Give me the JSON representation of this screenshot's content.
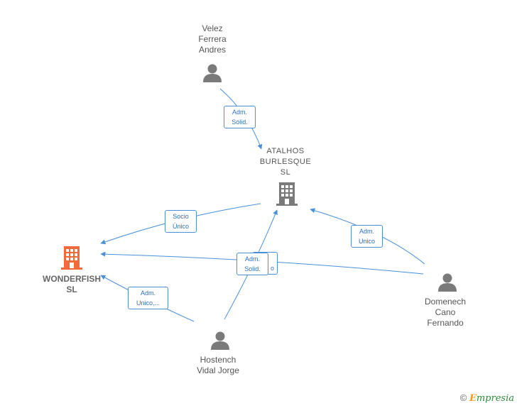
{
  "nodes": {
    "velez": {
      "lines": [
        "Velez",
        "Ferrera",
        "Andres"
      ]
    },
    "atalhos": {
      "lines": [
        "ATALHOS",
        "BURLESQUE",
        "SL"
      ]
    },
    "wonderfish": {
      "lines": [
        "WONDERFISH",
        "SL"
      ]
    },
    "domenech": {
      "lines": [
        "Domenech",
        "Cano",
        "Fernando"
      ]
    },
    "hostench": {
      "lines": [
        "Hostench",
        "Vidal Jorge"
      ]
    }
  },
  "edges": {
    "velez_atalhos": [
      "Adm.",
      "Solid."
    ],
    "atalhos_wonderfish": [
      "Socio",
      "Único"
    ],
    "domenech_atalhos": [
      "Adm.",
      "Unico"
    ],
    "hostench_wonderfish": [
      "Adm.",
      "Unico,..."
    ],
    "hostench_atalhos": [
      "Adm.",
      "Solid."
    ],
    "domenech_wonderfish_partial": [
      "o"
    ]
  },
  "colors": {
    "edge": "#4a90d9",
    "person": "#7a7a7a",
    "company_grey": "#7a7a7a",
    "company_main": "#f2693a"
  },
  "footer": {
    "copyright": "©",
    "brand_e": "E",
    "brand_rest": "mpresia"
  }
}
